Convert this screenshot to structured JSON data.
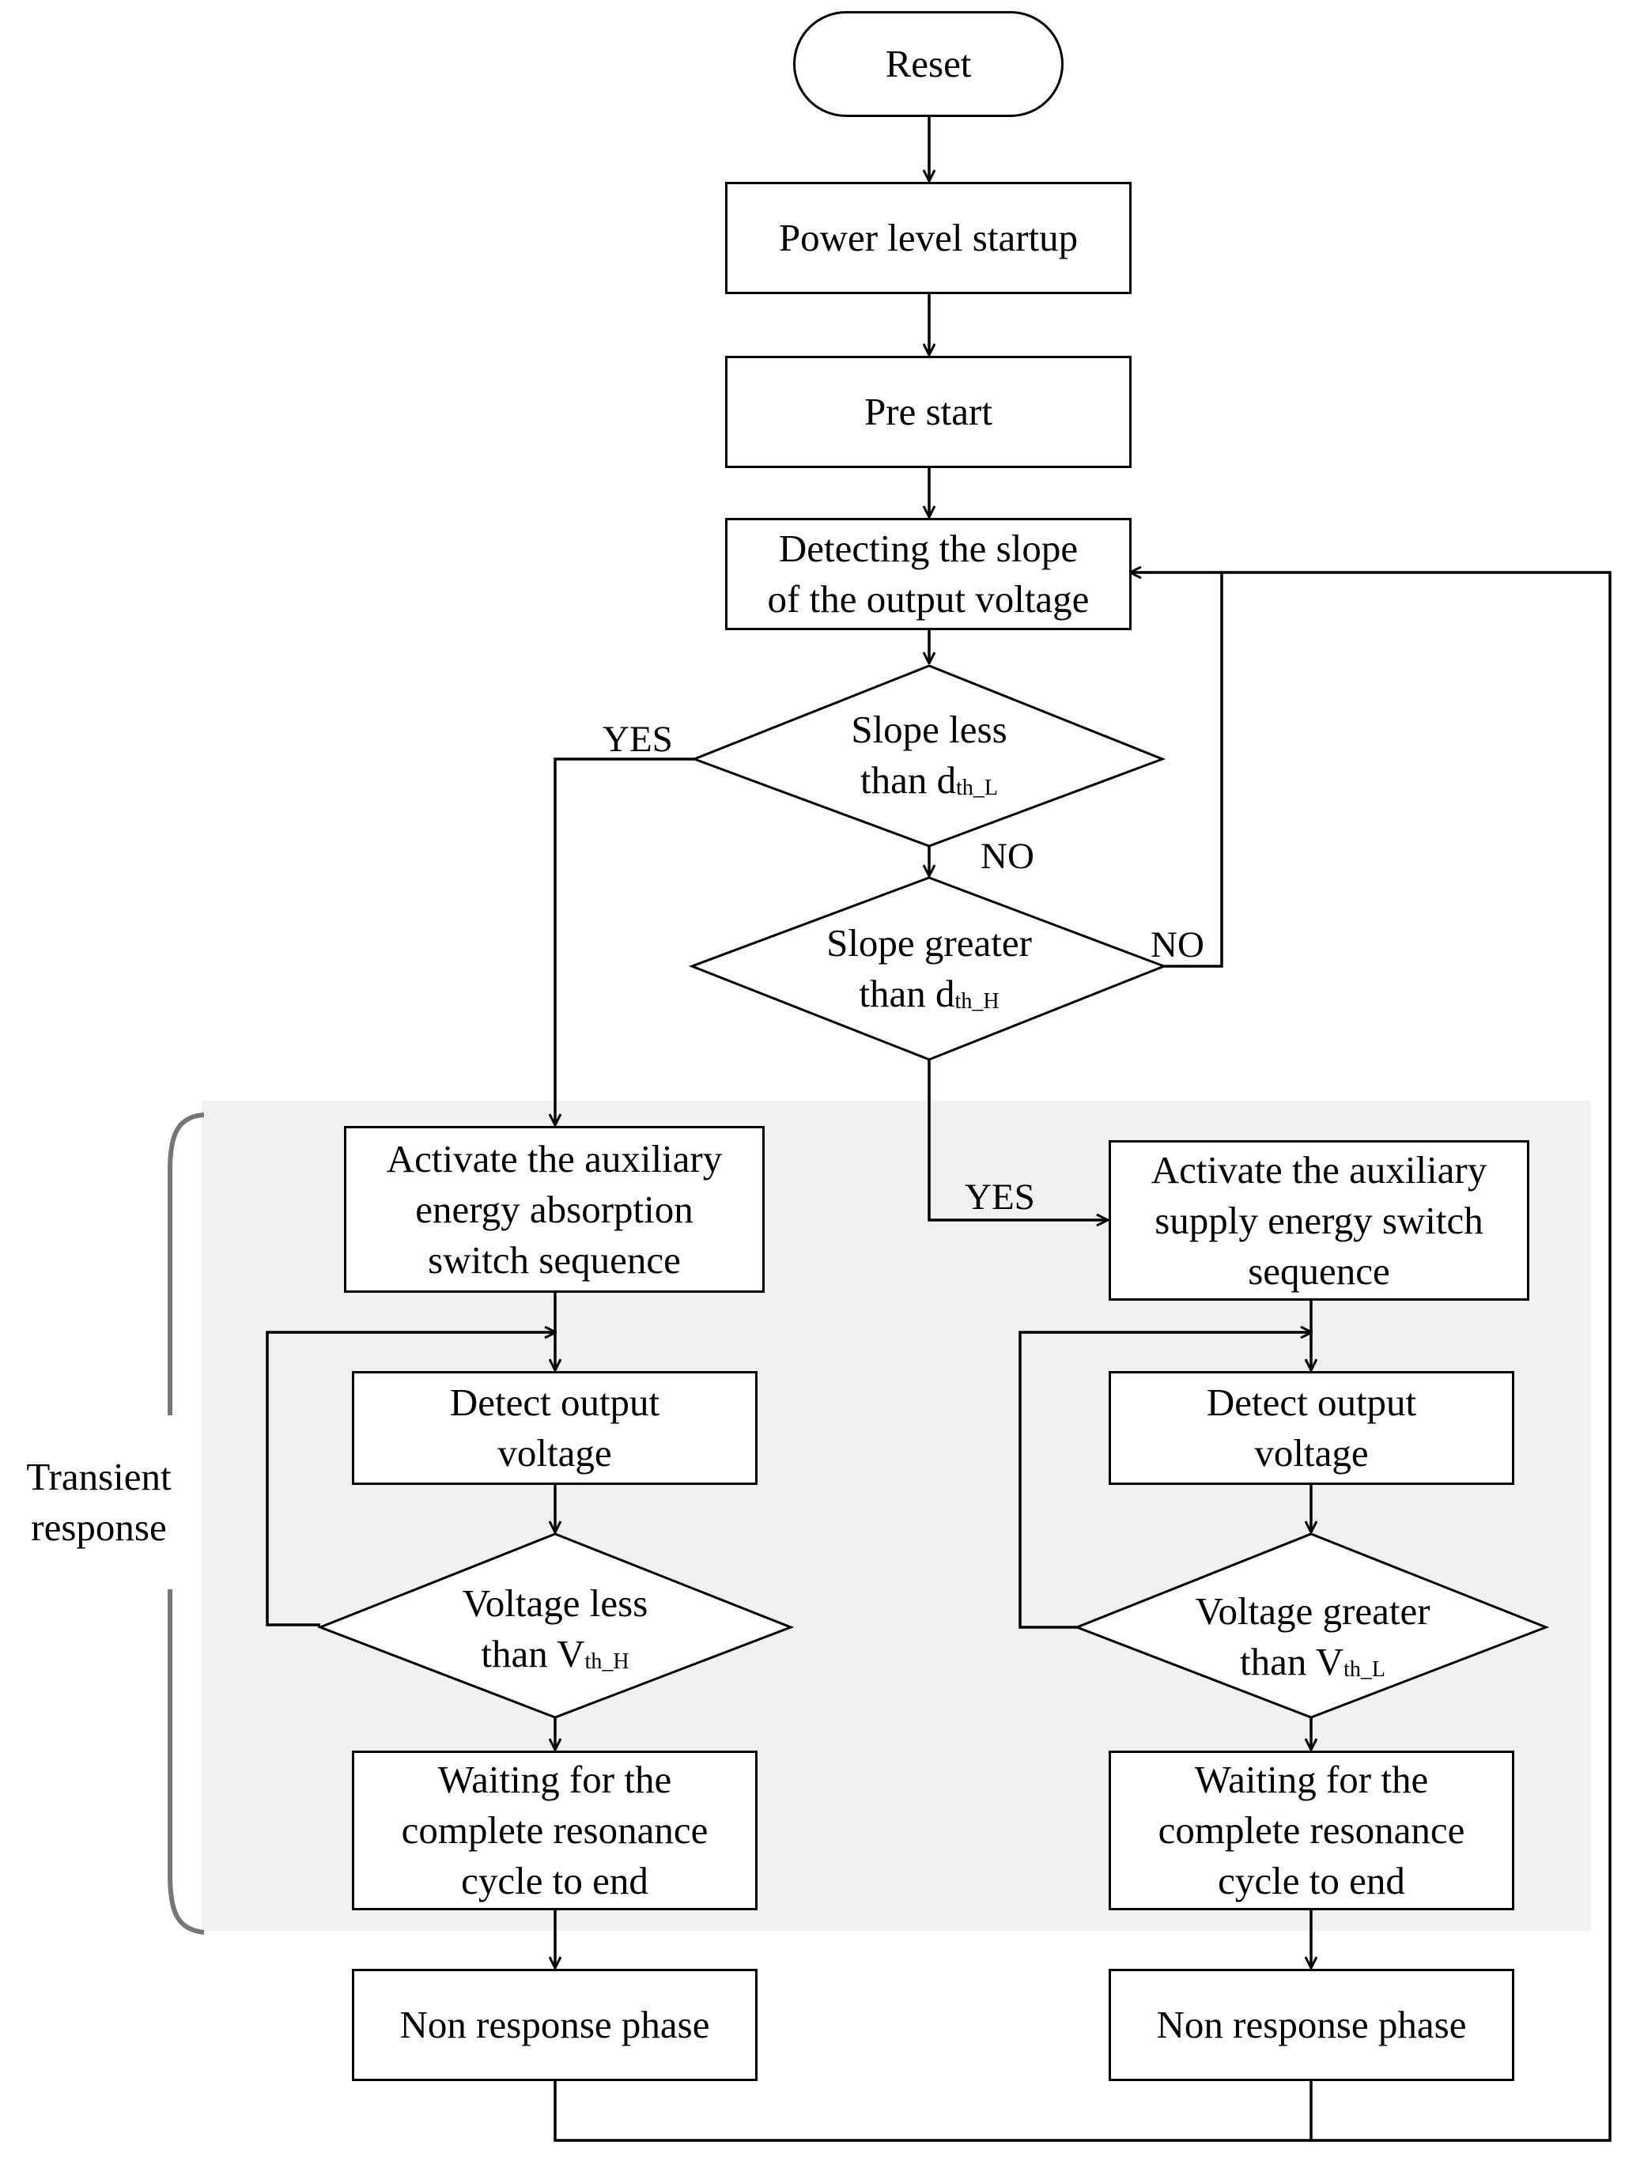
{
  "nodes": {
    "reset": "Reset",
    "power_startup": "Power level startup",
    "pre_start": "Pre start",
    "detect_slope": "Detecting the slope\nof the output voltage",
    "slope_less": {
      "text": "Slope less\nthan d",
      "sub": "th_L"
    },
    "slope_greater": {
      "text": "Slope greater\nthan d",
      "sub": "th_H"
    },
    "activate_absorption": "Activate the auxiliary\nenergy absorption\nswitch sequence",
    "activate_supply": "Activate the auxiliary\nsupply energy switch\nsequence",
    "detect_output_left": "Detect output\nvoltage",
    "detect_output_right": "Detect output\nvoltage",
    "voltage_less": {
      "text": "Voltage less\nthan V",
      "sub": "th_H"
    },
    "voltage_greater": {
      "text": "Voltage greater\nthan V",
      "sub": "th_L"
    },
    "wait_left": "Waiting for the\ncomplete resonance\ncycle to end",
    "wait_right": "Waiting for the\ncomplete resonance\ncycle to end",
    "non_response_left": "Non response phase",
    "non_response_right": "Non response phase"
  },
  "labels": {
    "yes_left": "YES",
    "no_down": "NO",
    "no_right": "NO",
    "yes_right": "YES"
  },
  "region": {
    "label": "Transient\nresponse"
  },
  "colors": {
    "region_fill": "#f1f1f1",
    "bracket": "#777777",
    "line": "#000000"
  }
}
